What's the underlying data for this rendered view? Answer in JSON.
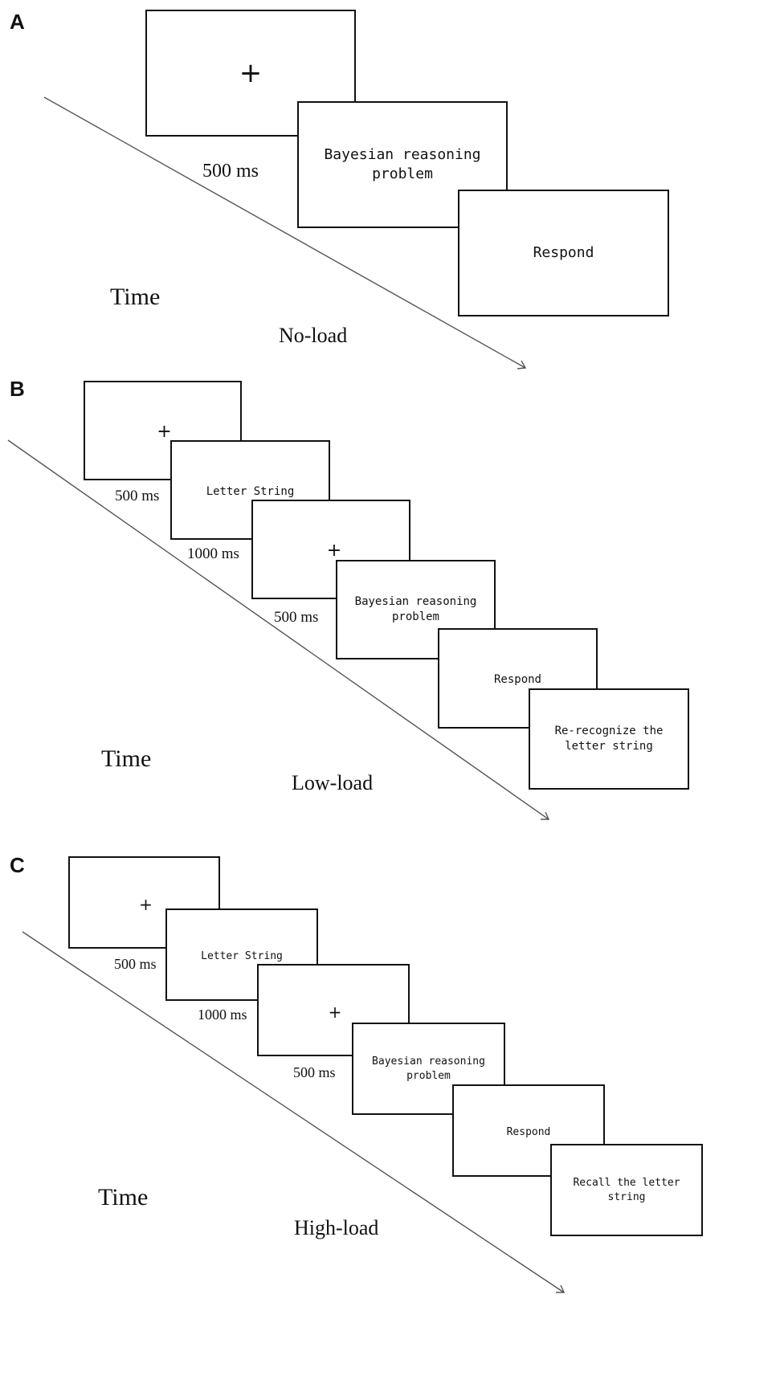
{
  "panels": [
    {
      "letter": "A",
      "condition": "No-load",
      "time_label": "Time",
      "screens": [
        "+",
        "Bayesian reasoning\nproblem",
        "Respond"
      ],
      "durations": [
        "500 ms"
      ]
    },
    {
      "letter": "B",
      "condition": "Low-load",
      "time_label": "Time",
      "screens": [
        "+",
        "Letter String",
        "+",
        "Bayesian reasoning\nproblem",
        "Respond",
        "Re-recognize the\nletter string"
      ],
      "durations": [
        "500 ms",
        "1000 ms",
        "500 ms"
      ]
    },
    {
      "letter": "C",
      "condition": "High-load",
      "time_label": "Time",
      "screens": [
        "+",
        "Letter String",
        "+",
        "Bayesian reasoning\nproblem",
        "Respond",
        "Recall the letter\nstring"
      ],
      "durations": [
        "500 ms",
        "1000 ms",
        "500 ms"
      ]
    }
  ],
  "colors": {
    "ink": "#111111",
    "axis": "#555555",
    "background": "#ffffff"
  }
}
